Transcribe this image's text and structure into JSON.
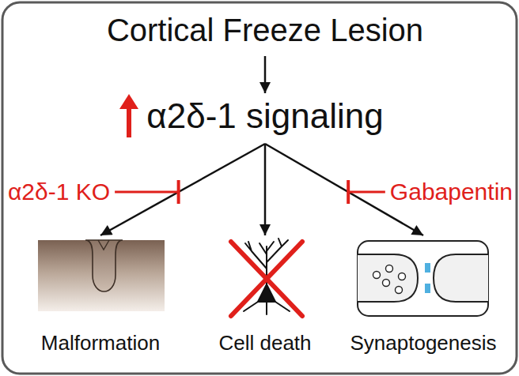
{
  "diagram": {
    "nodes": [
      {
        "text": [
          "Cortical Freeze Lesion"
        ]
      },
      {
        "text": [
          "α2δ-1 signaling"
        ]
      },
      {
        "text": [
          "Malformation"
        ]
      },
      {
        "text": [
          "Cell death"
        ]
      },
      {
        "text": [
          "Synaptogenesis"
        ]
      }
    ],
    "edges": [
      {
        "from": 0,
        "to": 1,
        "arrow": "to"
      },
      {
        "from": 1,
        "to": 2,
        "arrow": "to"
      },
      {
        "from": 1,
        "to": 3,
        "arrow": "to"
      },
      {
        "from": 1,
        "to": 4,
        "arrow": "to"
      }
    ],
    "labels": [
      "α2δ-1 KO",
      "Gabapentin"
    ]
  }
}
